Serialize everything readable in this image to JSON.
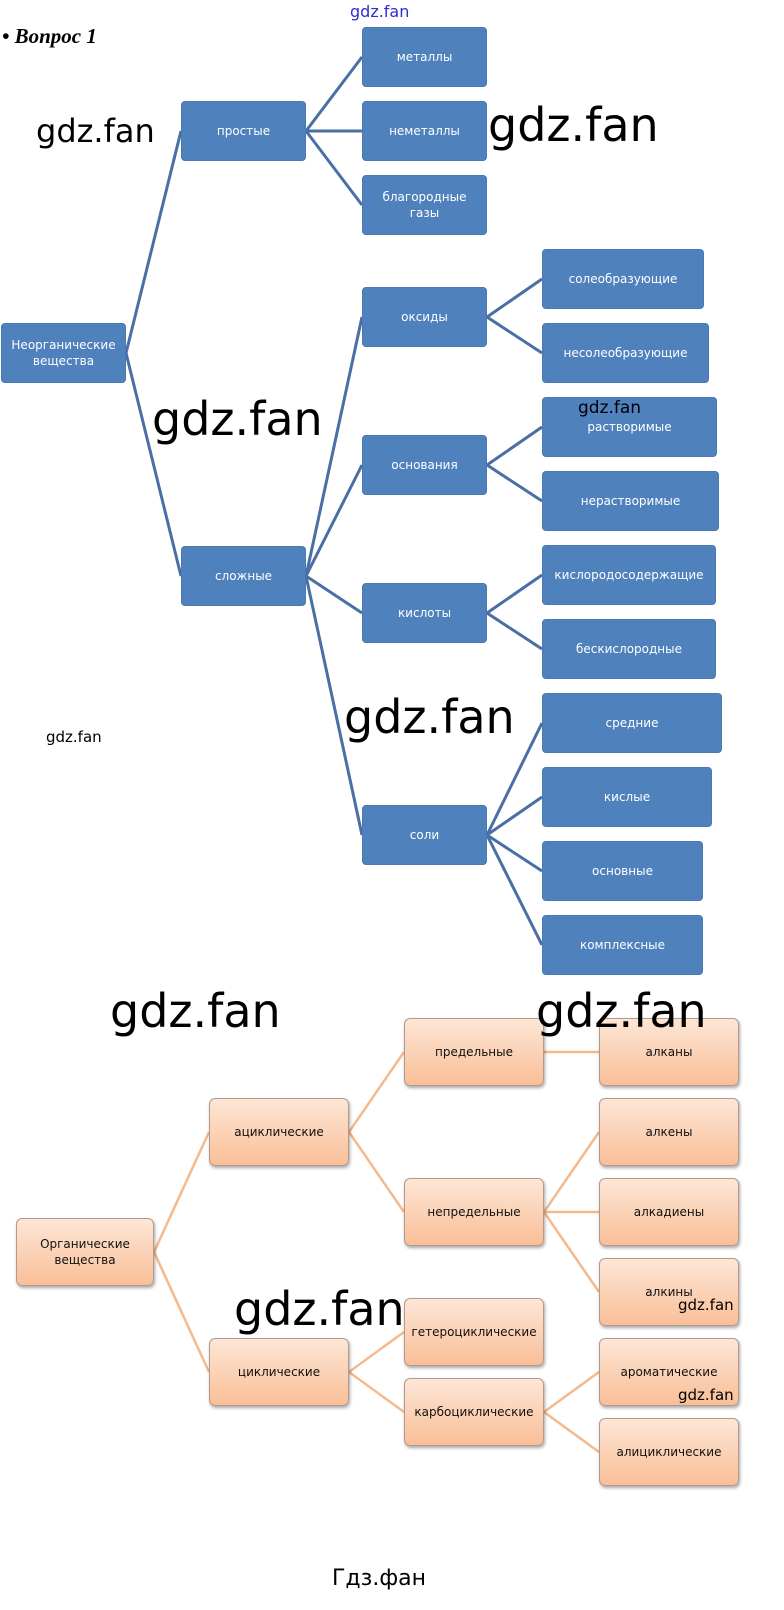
{
  "title": "• Вопрос 1",
  "colors": {
    "blue_box": "#4f81bd",
    "blue_line": "#4a6fa5",
    "orange_line": "#f6b98c"
  },
  "inorganic": {
    "root": "Неорганические вещества",
    "nodes": [
      "простые",
      "сложные",
      "металлы",
      "неметаллы",
      "благородные газы",
      "оксиды",
      "основания",
      "кислоты",
      "соли",
      "солеобразующие",
      "несолеобразующие",
      "растворимые",
      "нерастворимые",
      "кислородосодержащие",
      "бескислородные",
      "средние",
      "кислые",
      "основные",
      "комплексные"
    ]
  },
  "organic": {
    "root": "Органические вещества",
    "nodes": [
      "ациклические",
      "циклические",
      "предельные",
      "непредельные",
      "гетероциклические",
      "карбоциклические",
      "алканы",
      "алкены",
      "алкадиены",
      "алкины",
      "ароматические",
      "алициклические"
    ]
  },
  "watermarks": {
    "main": "gdz.fan",
    "footer": "Гдз.фан"
  }
}
